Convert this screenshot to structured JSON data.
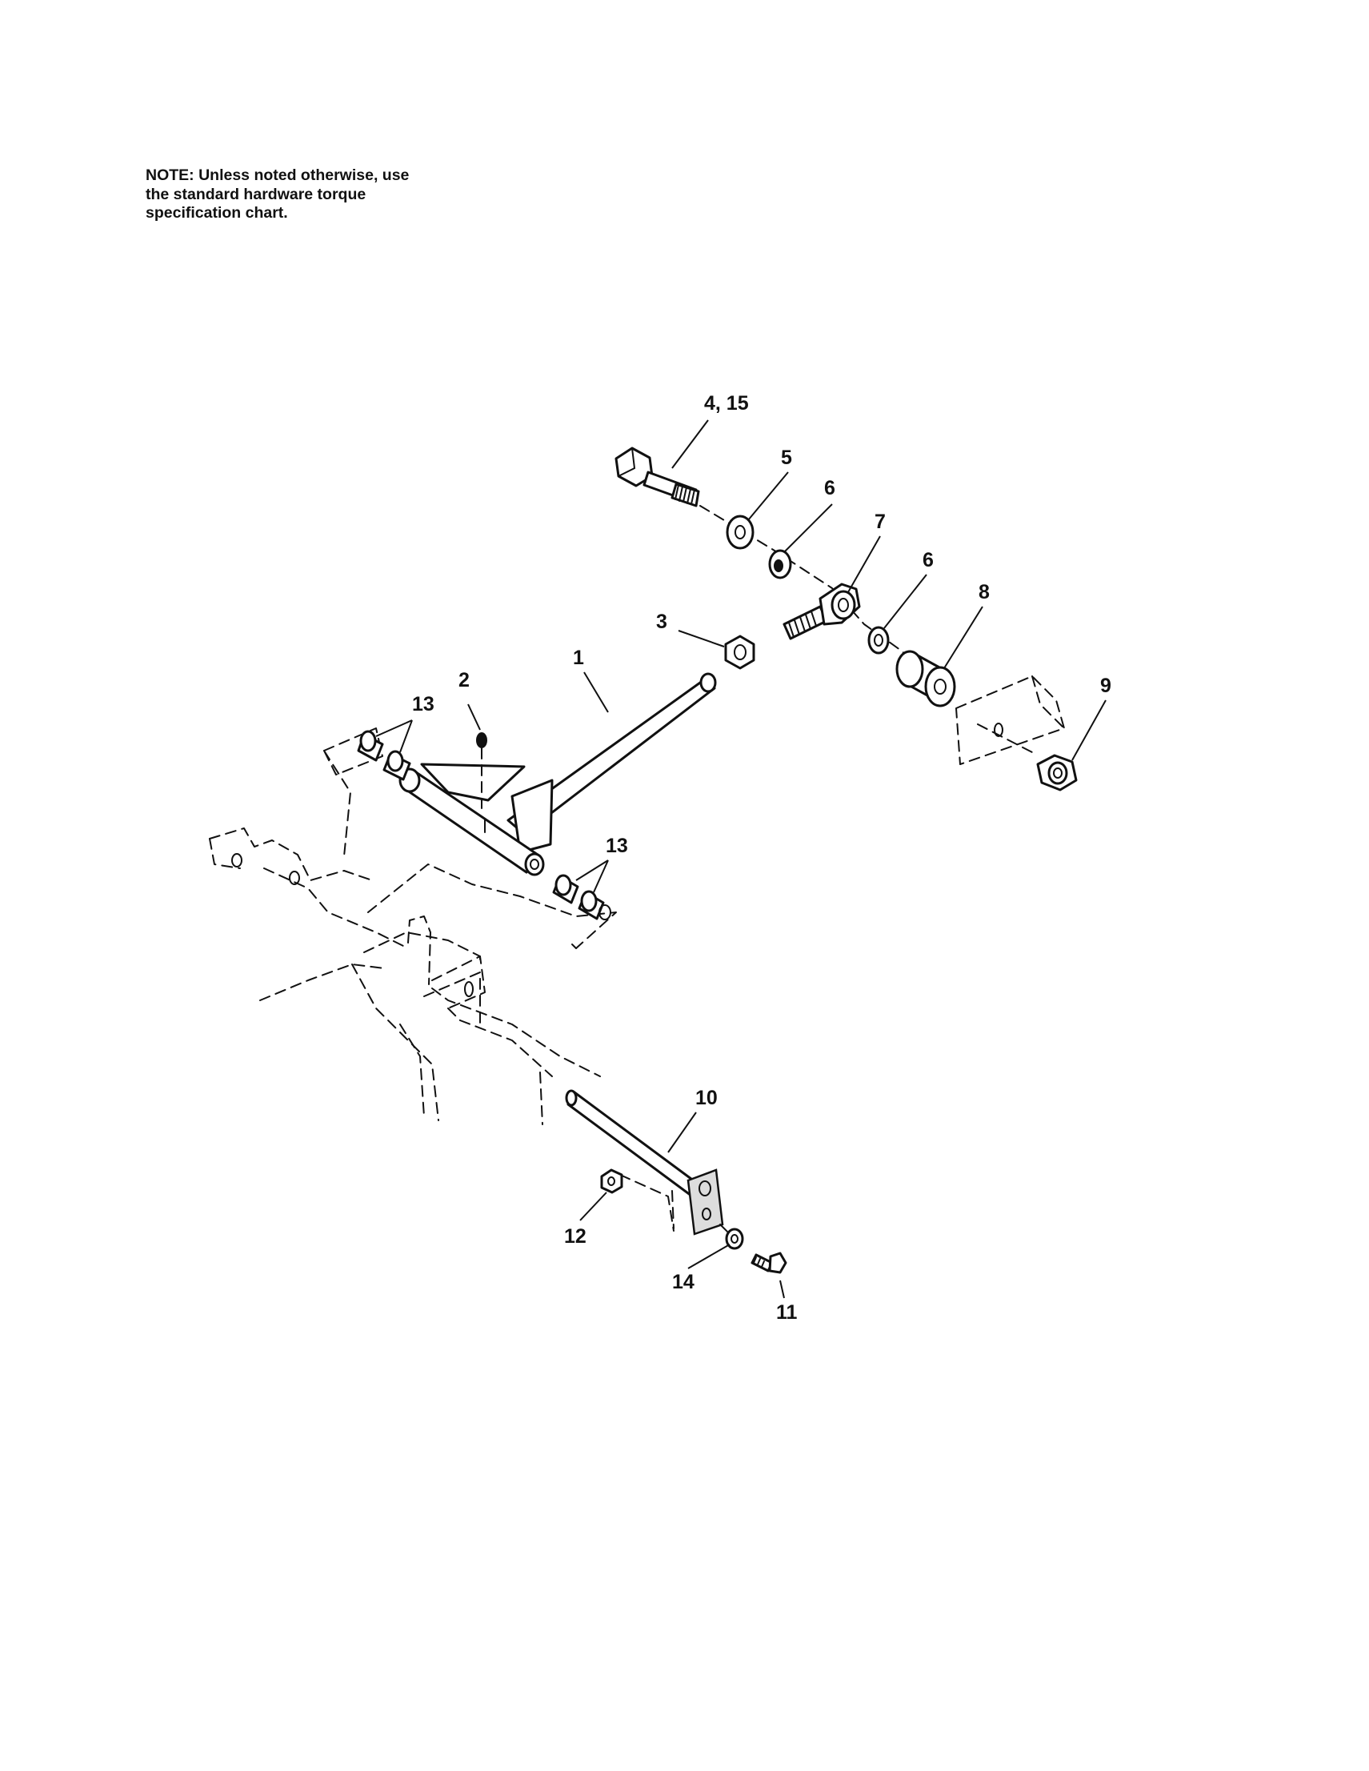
{
  "note": {
    "lines": [
      "NOTE: Unless noted otherwise, use",
      "the standard hardware torque",
      "specification chart."
    ]
  },
  "callouts": {
    "c1": "1",
    "c2": "2",
    "c3": "3",
    "c4_15": "4, 15",
    "c5": "5",
    "c6a": "6",
    "c6b": "6",
    "c7": "7",
    "c8": "8",
    "c9": "9",
    "c10": "10",
    "c11": "11",
    "c12": "12",
    "c13a": "13",
    "c13b": "13",
    "c14": "14"
  }
}
